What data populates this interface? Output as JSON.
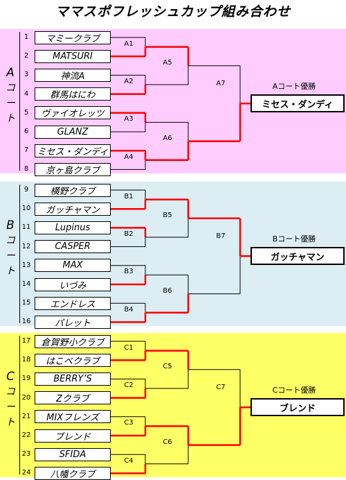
{
  "title": "ママスポフレッシュカップ組み合わせ",
  "colors": {
    "court_a_bg": "#ffccff",
    "court_b_bg": "#dcedf3",
    "court_c_bg": "#ffff66",
    "winner_line": "#ff0000",
    "line": "#000000"
  },
  "courts": [
    {
      "letter": "A",
      "label_chars": [
        "コ",
        "ー",
        "ト"
      ],
      "teams": [
        {
          "seed": "1",
          "name": "マミークラブ"
        },
        {
          "seed": "2",
          "name": "MATSURI"
        },
        {
          "seed": "3",
          "name": "神流A"
        },
        {
          "seed": "4",
          "name": "群馬はにわ"
        },
        {
          "seed": "5",
          "name": "ヴァイオレッツ"
        },
        {
          "seed": "6",
          "name": "GLANZ"
        },
        {
          "seed": "7",
          "name": "ミセス・ダンディ"
        },
        {
          "seed": "8",
          "name": "京ヶ島クラブ"
        }
      ],
      "r1": [
        "A1",
        "A2",
        "A3",
        "A4"
      ],
      "r2": [
        "A5",
        "A6"
      ],
      "final": "A7",
      "r1_winners": [
        1,
        3,
        4,
        6
      ],
      "r2_winners": [
        0,
        3
      ],
      "final_winner": 1,
      "winner_caption": "Aコート優勝",
      "winner": "ミセス・ダンディ"
    },
    {
      "letter": "B",
      "label_chars": [
        "コ",
        "ー",
        "ト"
      ],
      "teams": [
        {
          "seed": "9",
          "name": "横野クラブ"
        },
        {
          "seed": "10",
          "name": "ガッチャマン"
        },
        {
          "seed": "11",
          "name": "Lupinus"
        },
        {
          "seed": "12",
          "name": "CASPER"
        },
        {
          "seed": "13",
          "name": "MAX"
        },
        {
          "seed": "14",
          "name": "いづみ"
        },
        {
          "seed": "15",
          "name": "エンドレス"
        },
        {
          "seed": "16",
          "name": "パレット"
        }
      ],
      "r1": [
        "B1",
        "B2",
        "B3",
        "B4"
      ],
      "r2": [
        "B5",
        "B6"
      ],
      "final": "B7",
      "r1_winners": [
        1,
        2,
        5,
        7
      ],
      "r2_winners": [
        0,
        3
      ],
      "final_winner": 0,
      "winner_caption": "Bコート優勝",
      "winner": "ガッチャマン"
    },
    {
      "letter": "C",
      "label_chars": [
        "コ",
        "ー",
        "ト"
      ],
      "teams": [
        {
          "seed": "17",
          "name": "倉賀野小クラブ"
        },
        {
          "seed": "18",
          "name": "はこべクラブ"
        },
        {
          "seed": "19",
          "name": "BERRY’S"
        },
        {
          "seed": "20",
          "name": "Zクラブ"
        },
        {
          "seed": "21",
          "name": "MIXフレンズ"
        },
        {
          "seed": "22",
          "name": "ブレンド"
        },
        {
          "seed": "23",
          "name": "SFIDA"
        },
        {
          "seed": "24",
          "name": "八幡クラブ"
        }
      ],
      "r1": [
        "C1",
        "C2",
        "C3",
        "C4"
      ],
      "r2": [
        "C5",
        "C6"
      ],
      "final": "C7",
      "r1_winners": [
        1,
        3,
        5,
        7
      ],
      "r2_winners": [
        0,
        2
      ],
      "final_winner": 1,
      "winner_caption": "Cコート優勝",
      "winner": "ブレンド"
    }
  ]
}
